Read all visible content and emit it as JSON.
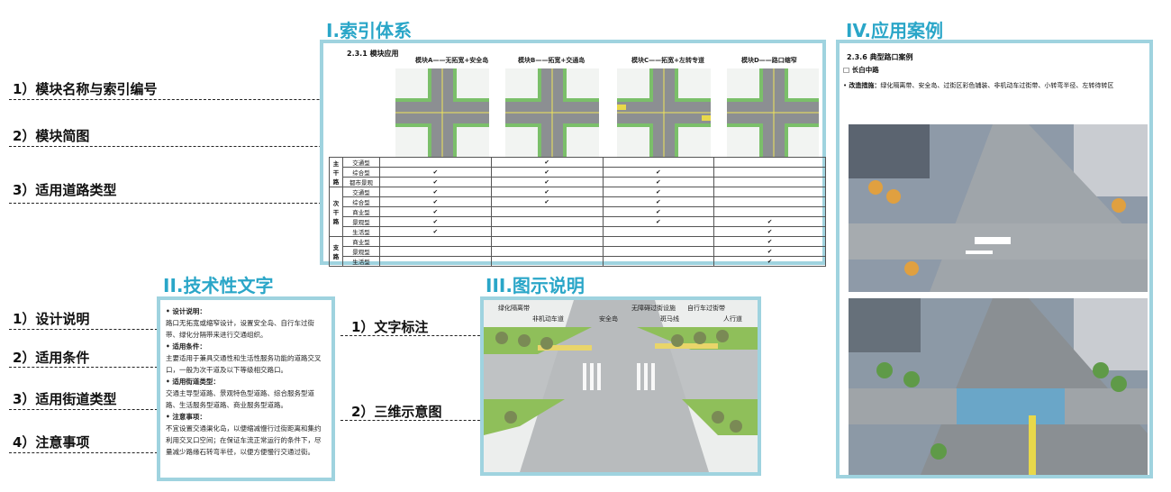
{
  "sections": {
    "index": "I.索引体系",
    "tech": "II.技术性文字",
    "illus": "III.图示说明",
    "case": "IV.应用案例"
  },
  "left_labels": [
    "1）模块名称与索引编号",
    "2）模块简图",
    "3）适用道路类型"
  ],
  "left_labels_2": [
    "1）设计说明",
    "2）适用条件",
    "3）适用街道类型",
    "4）注意事项"
  ],
  "illus_labels": [
    "1）文字标注",
    "2）三维示意图"
  ],
  "index_panel": {
    "heading": "2.3.1 模块应用",
    "modules": [
      "模块A——无拓宽+安全岛",
      "模块B——拓宽+交通岛",
      "模块C——拓宽+左转专道",
      "模块D——路口缩窄"
    ],
    "groups": [
      {
        "name": "主干路",
        "rows": [
          "交通型",
          "综合型",
          "都市景观"
        ]
      },
      {
        "name": "次干路",
        "rows": [
          "交通型",
          "综合型",
          "商业型",
          "景观型",
          "生活型"
        ]
      },
      {
        "name": "支路",
        "rows": [
          "商业型",
          "景观型",
          "生活型"
        ]
      }
    ],
    "check": "✔",
    "checks": [
      [
        0,
        1,
        0,
        0
      ],
      [
        1,
        1,
        1,
        0
      ],
      [
        1,
        1,
        1,
        0
      ],
      [
        1,
        1,
        1,
        0
      ],
      [
        1,
        1,
        1,
        0
      ],
      [
        1,
        0,
        1,
        0
      ],
      [
        1,
        0,
        1,
        1
      ],
      [
        1,
        0,
        0,
        1
      ],
      [
        0,
        0,
        0,
        1
      ],
      [
        0,
        0,
        0,
        1
      ],
      [
        0,
        0,
        0,
        1
      ]
    ]
  },
  "tech_panel": {
    "items": [
      {
        "title": "设计说明：",
        "body": "路口无拓宽或缩窄设计，设置安全岛、自行车过街带、绿化分隔带来进行交通组织。"
      },
      {
        "title": "适用条件：",
        "body": "主要适用于兼具交通性和生活性服务功能的道路交叉口，一般为次干道及以下等级相交路口。"
      },
      {
        "title": "适用街道类型：",
        "body": "交通主导型道路、景观特色型道路、综合服务型道路、生活服务型道路、商业服务型道路。"
      },
      {
        "title": "注意事项：",
        "body": "不宜设置交通渠化岛，以便缩减慢行过街距离和集约利用交叉口空间；在保证车流正常运行的条件下，尽量减少路缘石转弯半径，以便方便慢行交通过街。"
      }
    ],
    "bullet": "•"
  },
  "illus_panel": {
    "annotations": [
      "绿化隔离带",
      "非机动车道",
      "安全岛",
      "无障碍过街设施",
      "斑马线",
      "自行车过街带",
      "人行道"
    ]
  },
  "case_panel": {
    "heading": "2.3.6 典型路口案例",
    "subheading": "长白中路",
    "marker": "□",
    "bullet": "•",
    "measures_label": "改造措施：",
    "measures": "绿化隔离带、安全岛、过街区彩色铺装、非机动车过街带、小转弯半径、左转待转区"
  },
  "colors": {
    "accent": "#2aa6c8",
    "frame": "#9fd3df"
  }
}
